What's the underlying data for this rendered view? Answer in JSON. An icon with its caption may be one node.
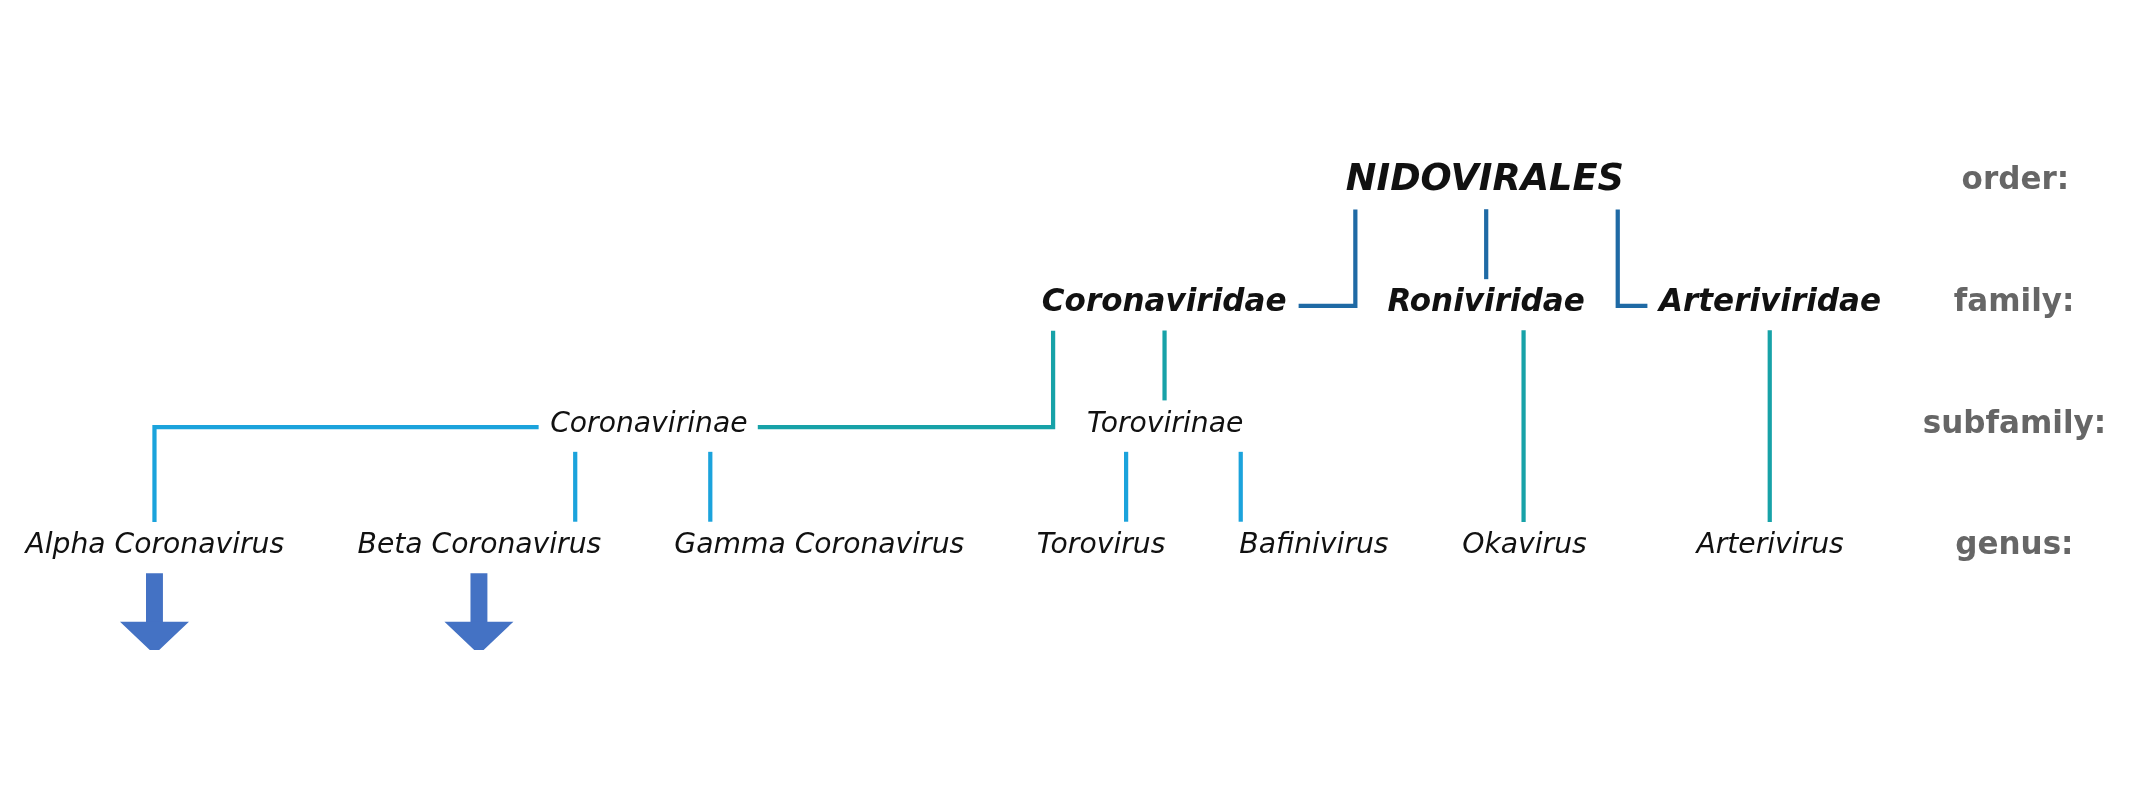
{
  "diagram": {
    "nodes": [
      {
        "text": [
          "NIDOVIRALES"
        ]
      },
      {
        "text": [
          "Coronaviridae"
        ]
      },
      {
        "text": [
          "Roniviridae"
        ]
      },
      {
        "text": [
          "Arteriviridae"
        ]
      },
      {
        "text": [
          "Coronavirinae"
        ]
      },
      {
        "text": [
          "Torovirinae"
        ]
      },
      {
        "text": [
          "Alpha Coronavirus"
        ]
      },
      {
        "text": [
          "Beta Coronavirus"
        ]
      },
      {
        "text": [
          "Gamma Coronavirus"
        ]
      },
      {
        "text": [
          "Torovirus"
        ]
      },
      {
        "text": [
          "Bafinivirus"
        ]
      },
      {
        "text": [
          "Okavirus"
        ]
      },
      {
        "text": [
          "Arterivirus"
        ]
      }
    ],
    "edges": [
      {
        "from": 0,
        "to": 1,
        "arrow": "none",
        "color": "#1f6aa5"
      },
      {
        "from": 0,
        "to": 2,
        "arrow": "none",
        "color": "#1f6aa5"
      },
      {
        "from": 0,
        "to": 3,
        "arrow": "none",
        "color": "#1f6aa5"
      },
      {
        "from": 1,
        "to": 4,
        "arrow": "none",
        "color": "#17a2a8"
      },
      {
        "from": 1,
        "to": 5,
        "arrow": "none",
        "color": "#17a2a8"
      },
      {
        "from": 2,
        "to": 11,
        "arrow": "none",
        "color": "#17a2a8"
      },
      {
        "from": 3,
        "to": 12,
        "arrow": "none",
        "color": "#17a2a8"
      },
      {
        "from": 4,
        "to": 6,
        "arrow": "none",
        "color": "#1ba3dc"
      },
      {
        "from": 4,
        "to": 7,
        "arrow": "none",
        "color": "#1ba3dc"
      },
      {
        "from": 4,
        "to": 8,
        "arrow": "none",
        "color": "#1ba3dc"
      },
      {
        "from": 5,
        "to": 9,
        "arrow": "none",
        "color": "#1ba3dc"
      },
      {
        "from": 5,
        "to": 10,
        "arrow": "none",
        "color": "#1ba3dc"
      },
      {
        "from": 6,
        "to": null,
        "arrow": "to",
        "style": "thick",
        "color": "#4472c4"
      },
      {
        "from": 7,
        "to": null,
        "arrow": "to",
        "style": "thick",
        "color": "#4472c4"
      }
    ],
    "labels": [
      "order:",
      "family:",
      "subfamily:",
      "genus:"
    ]
  }
}
